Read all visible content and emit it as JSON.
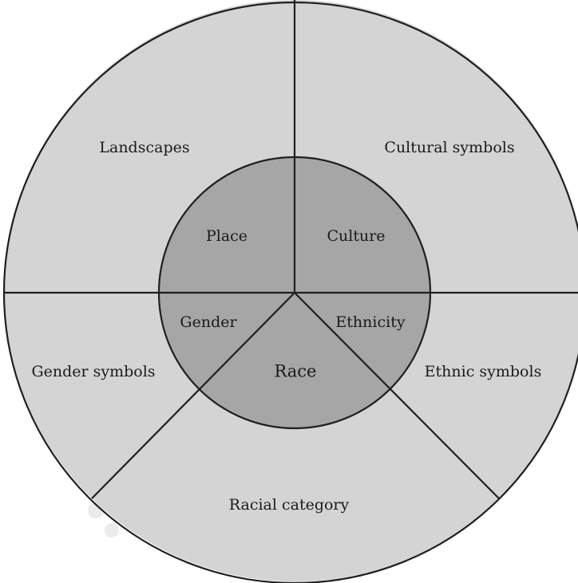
{
  "outer_segments": [
    {
      "id": "landscapes",
      "label": "Landscapes"
    },
    {
      "id": "cultural-symbols",
      "label": "Cultural symbols"
    },
    {
      "id": "gender-symbols",
      "label": "Gender symbols"
    },
    {
      "id": "racial-category",
      "label": "Racial category"
    },
    {
      "id": "ethnic-symbols",
      "label": "Ethnic symbols"
    }
  ],
  "inner_segments": [
    {
      "id": "place",
      "label": "Place"
    },
    {
      "id": "culture",
      "label": "Culture"
    },
    {
      "id": "gender",
      "label": "Gender"
    },
    {
      "id": "race",
      "label": "Race"
    },
    {
      "id": "ethnicity",
      "label": "Ethnicity"
    }
  ],
  "colors": {
    "outer_fill": "#d4d4d4",
    "inner_fill": "#a6a6a6",
    "stroke": "#1f1f1f"
  }
}
